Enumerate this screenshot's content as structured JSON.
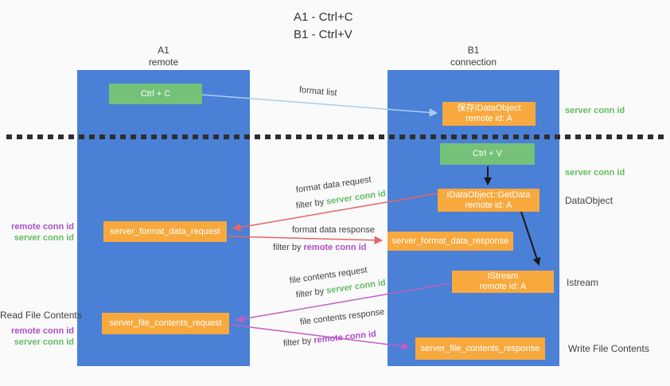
{
  "title": {
    "line1": "A1 - Ctrl+C",
    "line2": "B1 - Ctrl+V"
  },
  "lanes": {
    "left": {
      "name": "A1",
      "role": "remote"
    },
    "right": {
      "name": "B1",
      "role": "connection"
    }
  },
  "nodes": {
    "ctrl_c": {
      "label": "Ctrl + C"
    },
    "save_idataobject": {
      "line1": "保存IDataObject",
      "line2": "remote id: A"
    },
    "ctrl_v": {
      "label": "Ctrl + V"
    },
    "getdata": {
      "line1": "IDataObject::GetData",
      "line2": "remote id: A"
    },
    "format_data_request": {
      "label": "server_format_data_request"
    },
    "format_data_response": {
      "label": "server_format_data_response"
    },
    "istream": {
      "line1": "IStream",
      "line2": "remote id: A"
    },
    "file_contents_request": {
      "label": "server_file_contents_request"
    },
    "file_contents_response": {
      "label": "server_file_contents_response"
    }
  },
  "arrow_labels": {
    "format_list": "format list",
    "format_data_request": "format data request",
    "format_data_request_filter_prefix": "filter by",
    "format_data_request_filter_key": "server conn id",
    "format_data_response": "format data response",
    "format_data_response_filter_prefix": "filter by",
    "format_data_response_filter_key": "remote conn id",
    "file_contents_request": "file contents request",
    "file_contents_request_filter_prefix": "filter by",
    "file_contents_request_filter_key": "server conn id",
    "file_contents_response": "file contents response",
    "file_contents_response_filter_prefix": "filter by",
    "file_contents_response_filter_key": "remote conn id"
  },
  "side_labels": {
    "right_server_conn_id_top": "server conn id",
    "right_server_conn_id_mid": "server conn id",
    "right_dataobject": "DataObject",
    "right_istream": "Istream",
    "right_write_file_contents": "Write File Contents",
    "left_remote_conn_id_top": "remote conn id",
    "left_server_conn_id_top": "server conn id",
    "left_read_file_contents": "Read File Contents",
    "left_remote_conn_id_bottom": "remote conn id",
    "left_server_conn_id_bottom": "server conn id"
  },
  "colors": {
    "lane_blue": "#4a80d6",
    "box_orange": "#f7a93e",
    "box_green": "#74c177",
    "text_green": "#62bd62",
    "text_purple": "#ae4fc8",
    "arrow_red": "#e96464",
    "arrow_magenta": "#c05fc6",
    "arrow_light_blue": "#a8d0ee",
    "arrow_black": "#1a1a1a"
  }
}
